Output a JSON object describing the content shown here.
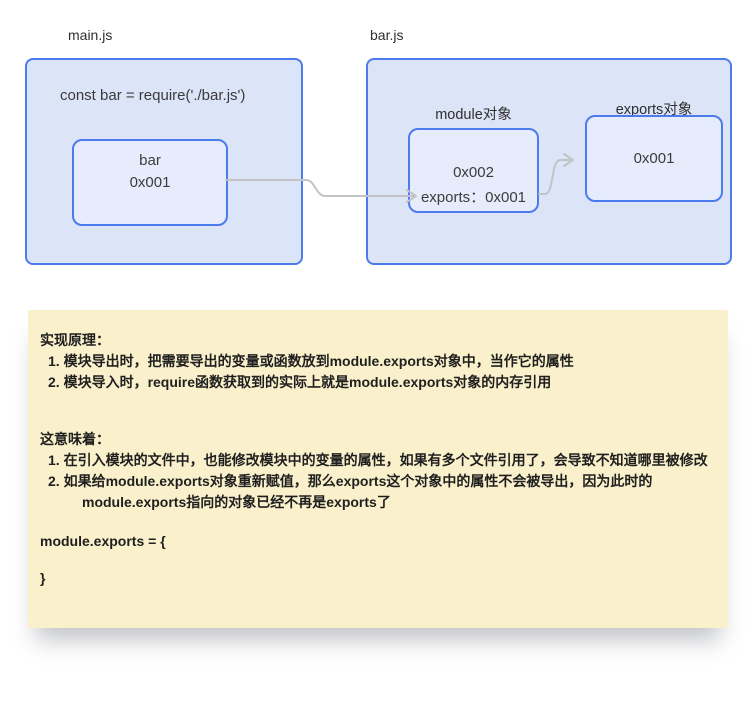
{
  "diagram": {
    "colors": {
      "box_border": "#4c7bee",
      "outer_box_fill": "#dce4f8",
      "inner_box_fill": "#e7ecfc",
      "arrow": "#c2c3c7"
    },
    "main_file": {
      "label": "main.js",
      "code": "const bar = require('./bar.js')",
      "bar_box": {
        "name": "bar",
        "address": "0x001"
      }
    },
    "bar_file": {
      "label": "bar.js",
      "module_obj": {
        "label": "module对象",
        "address": "0x002",
        "exports_ref": "exports：0x001"
      },
      "exports_obj": {
        "label": "exports对象",
        "address": "0x001"
      }
    }
  },
  "note": {
    "bg_color": "#faf0cb",
    "principle": {
      "heading": "实现原理：",
      "item1": "1. 模块导出时，把需要导出的变量或函数放到module.exports对象中，当作它的属性",
      "item2": "2. 模块导入时，require函数获取到的实际上就是module.exports对象的内存引用"
    },
    "implication": {
      "heading": "这意味着：",
      "item1": "1. 在引入模块的文件中，也能修改模块中的变量的属性，如果有多个文件引用了，会导致不知道哪里被修改",
      "item2": "2. 如果给module.exports对象重新赋值，那么exports这个对象中的属性不会被导出，因为此时的",
      "item2_cont": "module.exports指向的对象已经不再是exports了"
    },
    "code": {
      "open": "module.exports = {",
      "close": "}"
    }
  }
}
